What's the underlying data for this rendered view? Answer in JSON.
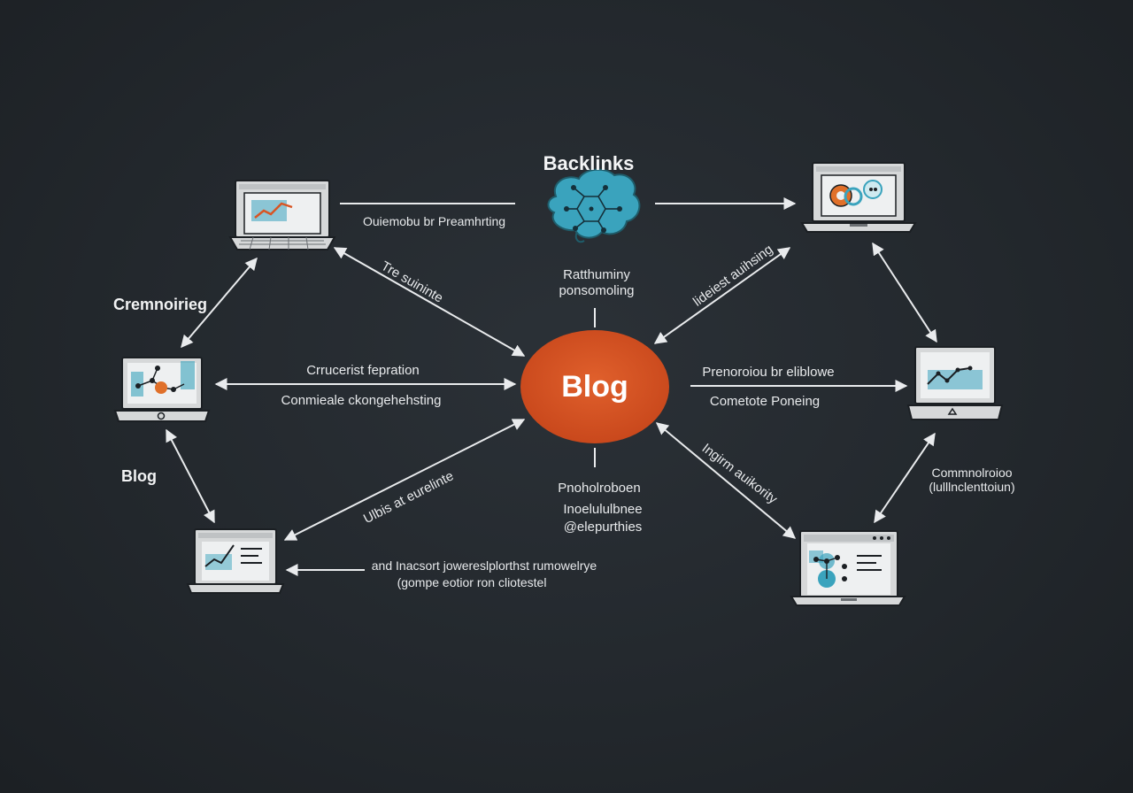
{
  "hub": {
    "label": "Blog",
    "color": "#d85524"
  },
  "top_node": {
    "title": "Backlinks",
    "caption_line1": "Ratthuminy",
    "caption_line2": "ponsomoling"
  },
  "side_labels": {
    "left_upper": "Cremnoirieg",
    "left_lower": "Blog"
  },
  "edge_labels": {
    "top_left_horizontal": "Ouiemobu br Preamhrting",
    "top_left_diagonal": "Tre suininte",
    "top_right_diagonal": "lideiest auihsing",
    "left_middle_line1": "Crrucerist fepration",
    "left_middle_line2": "Conmieale ckongehehsting",
    "right_middle_line1": "Prenoroiou br eliblowe",
    "right_middle_line2": "Cometote Poneing",
    "bottom_left_diagonal": "Ulbis at eurelinte",
    "bottom_right_diagonal": "Ingirm auikority",
    "bottom_center_line1": "Pnoholroboen",
    "bottom_center_line2": "Inoelululbnee",
    "bottom_center_line3": "@elepurthies",
    "bottom_left_line1": "and Inacsort jowereslplorthst rumowelrye",
    "bottom_left_line2": "(gompe eotior ron cliotestel",
    "right_lower_line1": "Commnolroioo",
    "right_lower_line2": "(lulllnclenttoiun)"
  },
  "devices": [
    {
      "name": "laptop-top-left",
      "icon": "line-chart-icon"
    },
    {
      "name": "laptop-top-right",
      "icon": "gears-icon"
    },
    {
      "name": "laptop-left-middle",
      "icon": "network-graph-icon"
    },
    {
      "name": "laptop-right-middle",
      "icon": "trend-chart-icon"
    },
    {
      "name": "laptop-bottom-left",
      "icon": "growth-chart-icon"
    },
    {
      "name": "laptop-bottom-right",
      "icon": "user-network-icon"
    }
  ],
  "colors": {
    "background": "#23282d",
    "hub_orange": "#d85524",
    "accent_teal": "#3aa3bd",
    "accent_orange": "#e0702a",
    "line_white": "#e9ebed"
  }
}
